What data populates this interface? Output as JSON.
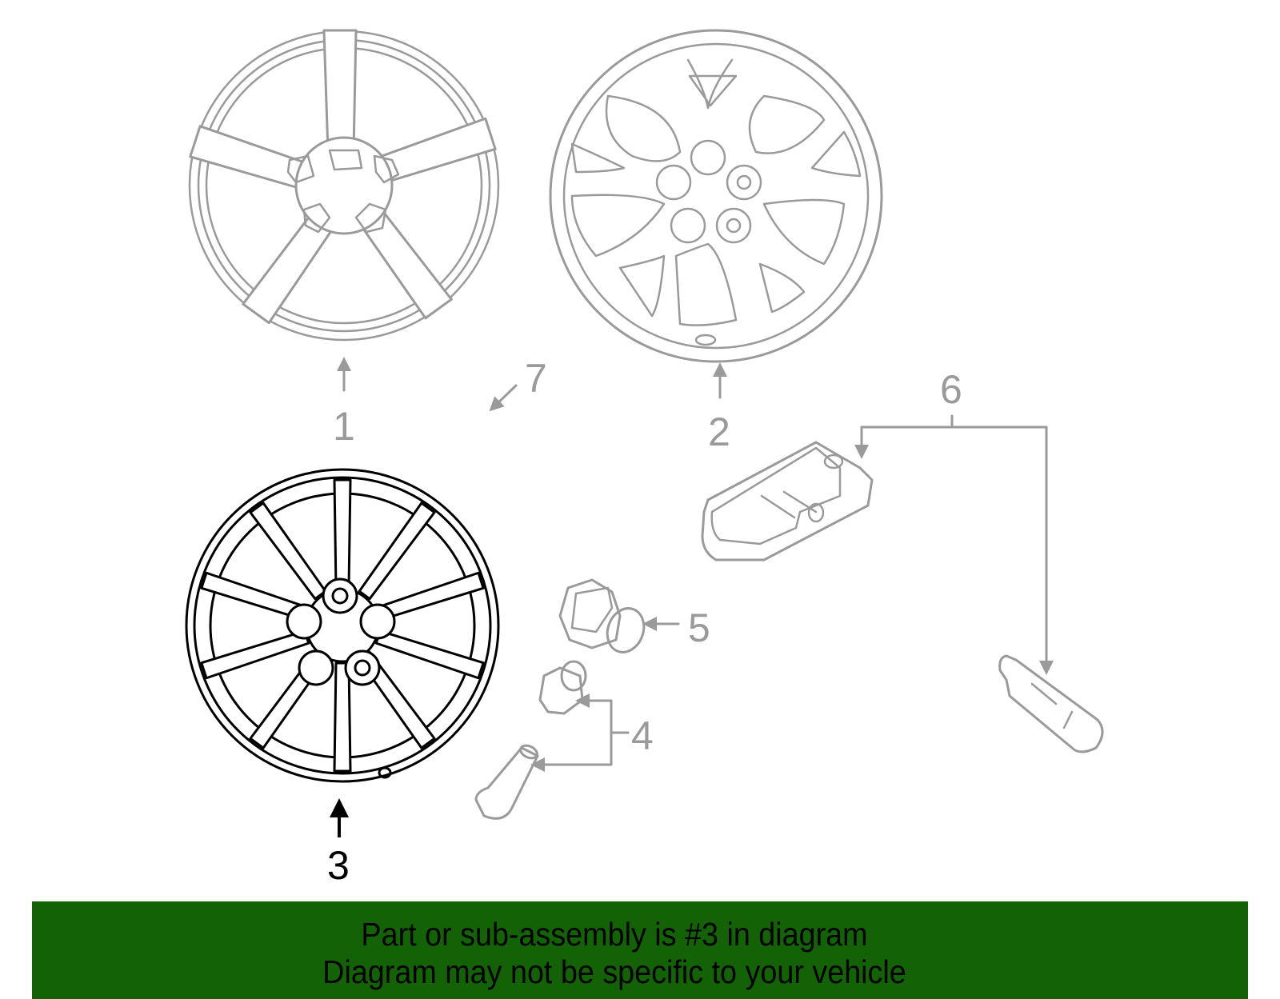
{
  "diagram": {
    "title": "Wheel assembly parts diagram",
    "highlight_color": "#000000",
    "inactive_color": "#9a9a9a",
    "callouts": [
      {
        "id": "1",
        "label": "1",
        "part": "5-spoke wheel"
      },
      {
        "id": "2",
        "label": "2",
        "part": "7 split-spoke wheel"
      },
      {
        "id": "3",
        "label": "3",
        "part": "10-spoke wheel",
        "highlighted": true
      },
      {
        "id": "4",
        "label": "4",
        "part": "lug nut / valve stem"
      },
      {
        "id": "5",
        "label": "5",
        "part": "lug nut"
      },
      {
        "id": "6",
        "label": "6",
        "part": "tire pressure sensor and valve"
      },
      {
        "id": "7",
        "label": "7",
        "part": ""
      }
    ]
  },
  "banner": {
    "background": "#136306",
    "line1": "Part or sub-assembly is #3 in diagram",
    "line2": "Diagram may not be specific to your vehicle"
  }
}
